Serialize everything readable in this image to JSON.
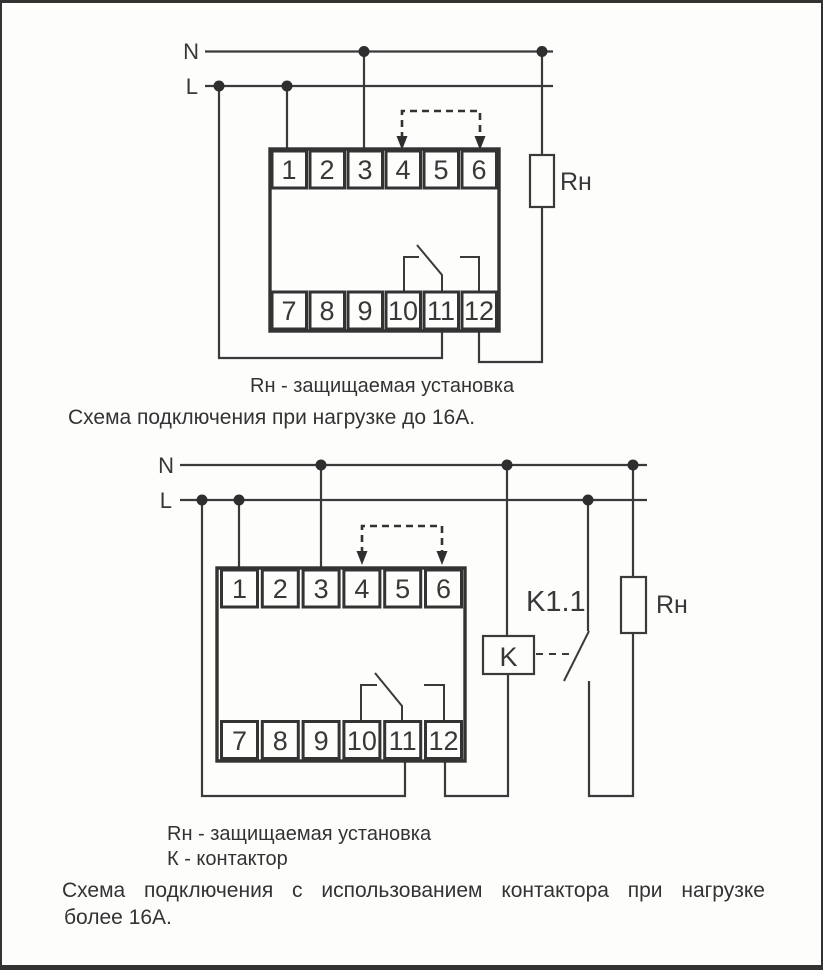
{
  "colors": {
    "line": "#3a3a3a",
    "text": "#383838",
    "page_background": "#fdfdfc",
    "page_border": "#333333"
  },
  "labels": {
    "neutral": "N",
    "line": "L",
    "load": "Rн",
    "contactor_coil": "K",
    "contactor_contact": "K1.1"
  },
  "terminals": {
    "top": [
      "1",
      "2",
      "3",
      "4",
      "5",
      "6"
    ],
    "bottom": [
      "7",
      "8",
      "9",
      "10",
      "11",
      "12"
    ]
  },
  "diagram1": {
    "legend_load": "Rн - защищаемая установка",
    "caption": "Схема подключения при нагрузке до 16А."
  },
  "diagram2": {
    "legend_load": "Rн - защищаемая установка",
    "legend_contactor": "К - контактор",
    "caption_line1": "Схема подключения с использованием контактора при нагрузке",
    "caption_line2": "более 16А."
  }
}
